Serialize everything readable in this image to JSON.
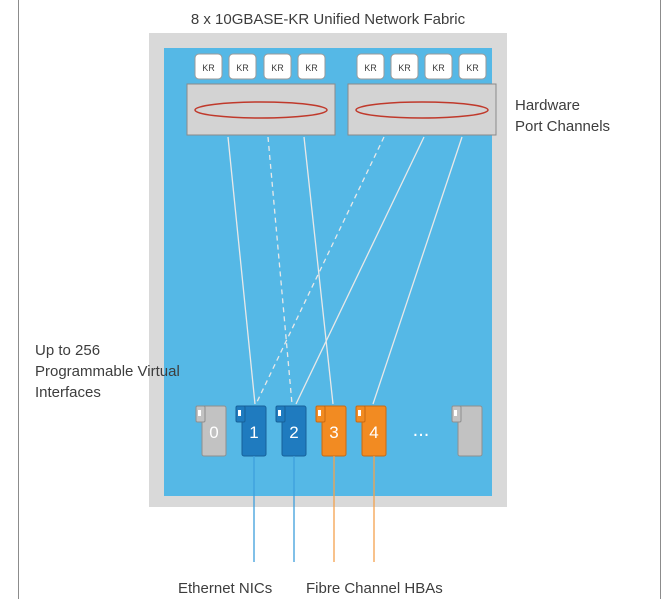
{
  "title": "8 x 10GBASE-KR Unified Network Fabric",
  "port_channels_label": {
    "line1": "Hardware",
    "line2": "Port Channels"
  },
  "vif_label": {
    "line1": "Up to 256",
    "line2": "Programmable Virtual",
    "line3": "Interfaces"
  },
  "kr_label": "KR",
  "nics": {
    "n0": "0",
    "n1": "1",
    "n2": "2",
    "n3": "3",
    "n4": "4",
    "ellipsis": "..."
  },
  "bottom_labels": {
    "ethernet": "Ethernet NICs",
    "fc": "Fibre Channel HBAs"
  },
  "colors": {
    "fabric_blue": "#55b8e6",
    "frame_gray": "#d9d9d9",
    "ethernet_blue": "#1f7bbf",
    "fc_orange": "#f28b22",
    "unused_gray": "#c2c2c2",
    "port_channel_ring": "#c0392b"
  }
}
